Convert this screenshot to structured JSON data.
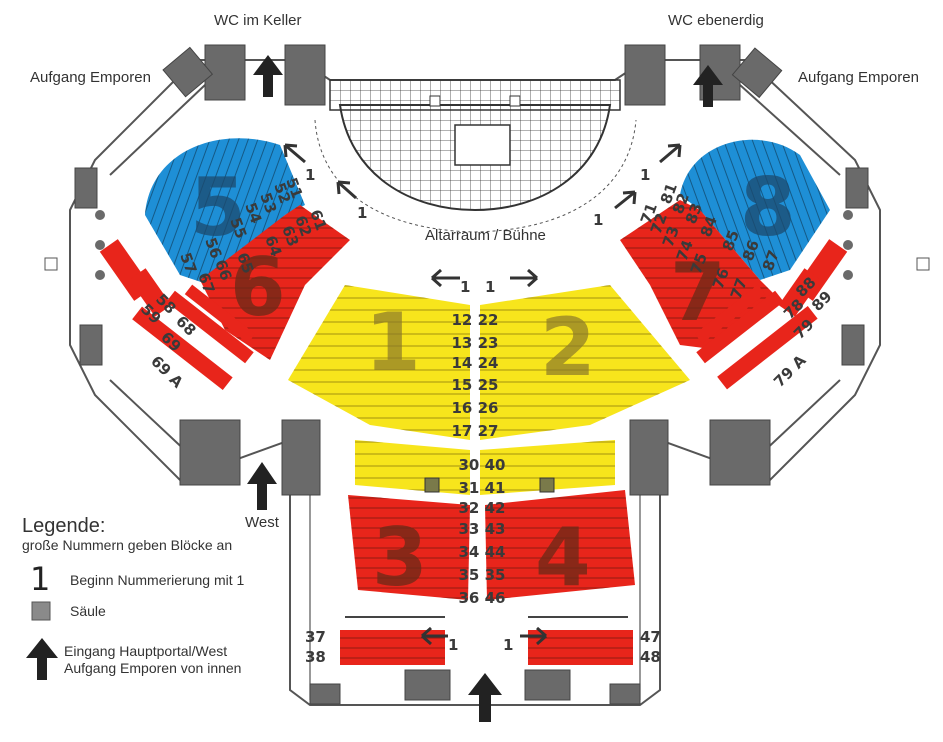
{
  "labels": {
    "wc_left": "WC im Keller",
    "wc_right": "WC ebenerdig",
    "stairs_left": "Aufgang Emporen",
    "stairs_right": "Aufgang Emporen",
    "altar": "Altarraum / Bühne",
    "west": "West"
  },
  "blocks": {
    "b1": "1",
    "b2": "2",
    "b3": "3",
    "b4": "4",
    "b5": "5",
    "b6": "6",
    "b7": "7",
    "b8": "8"
  },
  "start_markers": {
    "nave_left": "1",
    "nave_right": "1",
    "back_left": "1",
    "back_right": "1",
    "nw_a": "1",
    "nw_b": "1",
    "ne_a": "1",
    "ne_b": "1"
  },
  "rows": {
    "r1": "12 22",
    "r2": "13 23",
    "r3": "14 24",
    "r4": "15 25",
    "r5": "16 26",
    "r6": "17 27",
    "r7": "30 40",
    "r8": "31 41",
    "r9": "32 42",
    "r10": "33 43",
    "r11": "34 44",
    "r12": "35 35",
    "r13": "36 46",
    "back_l1": "37",
    "back_l2": "38",
    "back_r1": "47",
    "back_r2": "48",
    "w58": "58",
    "w59": "59",
    "w68": "68",
    "w69": "69",
    "w69a": "69 A",
    "e78": "78",
    "e79": "79",
    "e88": "88",
    "e89": "89",
    "e79a": "79 A",
    "g51": "51",
    "g52": "52",
    "g53": "53",
    "g54": "54",
    "g55": "55",
    "g56": "56",
    "g57": "57",
    "g61": "61",
    "g62": "62",
    "g63": "63",
    "g64": "64",
    "g65": "65",
    "g66": "66",
    "g67": "67",
    "g71": "71",
    "g72": "72",
    "g73": "73",
    "g74": "74",
    "g75": "75",
    "g76": "76",
    "g77": "77",
    "g81": "81",
    "g82": "82",
    "g83": "83",
    "g84": "84",
    "g85": "85",
    "g86": "86",
    "g87": "87"
  },
  "legend": {
    "title": "Legende:",
    "subtitle": "große Nummern geben Blöcke an",
    "number_symbol": "1",
    "number_text": "Beginn Nummerierung mit 1",
    "pillar_text": "Säule",
    "arrow_text_1": "Eingang Hauptportal/West",
    "arrow_text_2": "Aufgang Emporen von innen"
  },
  "colors": {
    "yellow": "#f7e51c",
    "red": "#e8251b",
    "blue": "#1e8fd6",
    "wall": "#6a6a6a",
    "text": "#333333"
  }
}
